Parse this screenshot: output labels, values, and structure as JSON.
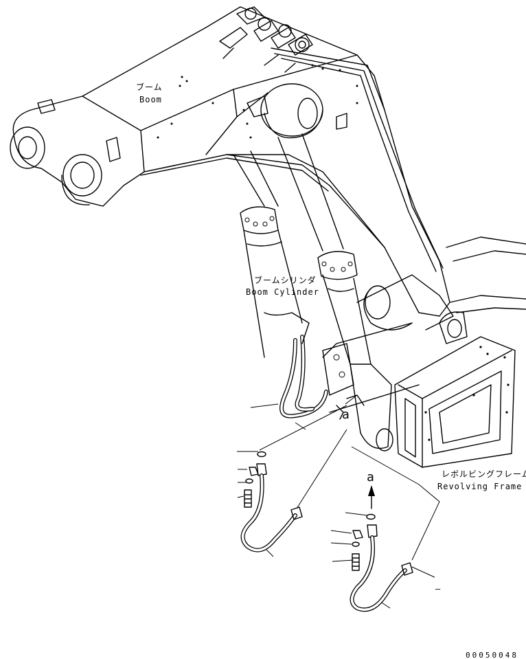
{
  "labels": {
    "boom_jp": "ブーム",
    "boom_en": "Boom",
    "boom_cylinder_jp": "ブームシリンダ",
    "boom_cylinder_en": "Boom Cylinder",
    "revolving_frame_jp": "レボルビングフレーム",
    "revolving_frame_en": "Revolving Frame",
    "view_ref_a1": "a",
    "view_ref_a2": "a",
    "dash": "–"
  },
  "drawing_number": "00050048"
}
